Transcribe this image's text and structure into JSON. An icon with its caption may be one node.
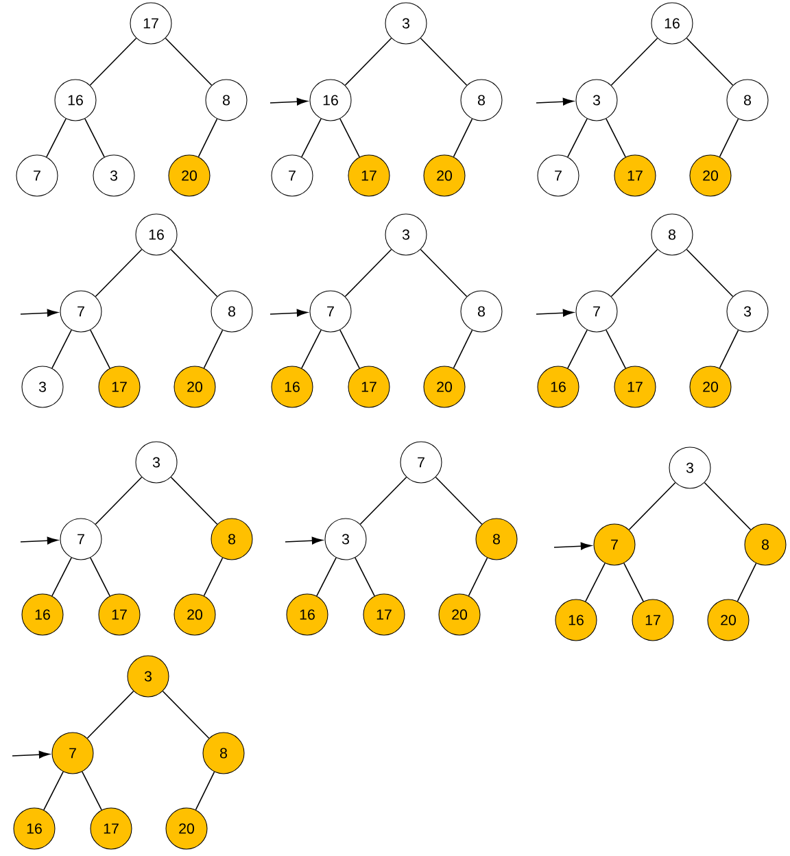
{
  "diagram": {
    "nodes": [
      {
        "text": [
          "17"
        ]
      },
      {
        "text": [
          "16"
        ]
      },
      {
        "text": [
          "8"
        ]
      },
      {
        "text": [
          "7"
        ]
      },
      {
        "text": [
          "3"
        ]
      },
      {
        "text": [
          "20"
        ]
      },
      {
        "text": [
          "3"
        ]
      },
      {
        "text": [
          "16"
        ]
      },
      {
        "text": [
          "8"
        ]
      },
      {
        "text": [
          "7"
        ]
      },
      {
        "text": [
          "17"
        ]
      },
      {
        "text": [
          "20"
        ]
      },
      {
        "text": [
          "16"
        ]
      },
      {
        "text": [
          "3"
        ]
      },
      {
        "text": [
          "8"
        ]
      },
      {
        "text": [
          "7"
        ]
      },
      {
        "text": [
          "17"
        ]
      },
      {
        "text": [
          "20"
        ]
      },
      {
        "text": [
          "16"
        ]
      },
      {
        "text": [
          "7"
        ]
      },
      {
        "text": [
          "8"
        ]
      },
      {
        "text": [
          "3"
        ]
      },
      {
        "text": [
          "17"
        ]
      },
      {
        "text": [
          "20"
        ]
      },
      {
        "text": [
          "3"
        ]
      },
      {
        "text": [
          "7"
        ]
      },
      {
        "text": [
          "8"
        ]
      },
      {
        "text": [
          "16"
        ]
      },
      {
        "text": [
          "17"
        ]
      },
      {
        "text": [
          "20"
        ]
      },
      {
        "text": [
          "8"
        ]
      },
      {
        "text": [
          "7"
        ]
      },
      {
        "text": [
          "3"
        ]
      },
      {
        "text": [
          "16"
        ]
      },
      {
        "text": [
          "17"
        ]
      },
      {
        "text": [
          "20"
        ]
      },
      {
        "text": [
          "3"
        ]
      },
      {
        "text": [
          "7"
        ]
      },
      {
        "text": [
          "8"
        ]
      },
      {
        "text": [
          "16"
        ]
      },
      {
        "text": [
          "17"
        ]
      },
      {
        "text": [
          "20"
        ]
      },
      {
        "text": [
          "7"
        ]
      },
      {
        "text": [
          "3"
        ]
      },
      {
        "text": [
          "8"
        ]
      },
      {
        "text": [
          "16"
        ]
      },
      {
        "text": [
          "17"
        ]
      },
      {
        "text": [
          "20"
        ]
      },
      {
        "text": [
          "3"
        ]
      },
      {
        "text": [
          "7"
        ]
      },
      {
        "text": [
          "8"
        ]
      },
      {
        "text": [
          "16"
        ]
      },
      {
        "text": [
          "17"
        ]
      },
      {
        "text": [
          "20"
        ]
      },
      {
        "text": [
          "3"
        ]
      },
      {
        "text": [
          "7"
        ]
      },
      {
        "text": [
          "8"
        ]
      },
      {
        "text": [
          "16"
        ]
      },
      {
        "text": [
          "17"
        ]
      },
      {
        "text": [
          "20"
        ]
      }
    ],
    "edges": [
      {
        "from": 0,
        "to": 1,
        "arrow": "none"
      },
      {
        "from": 0,
        "to": 2,
        "arrow": "none"
      },
      {
        "from": 1,
        "to": 3,
        "arrow": "none"
      },
      {
        "from": 1,
        "to": 4,
        "arrow": "none"
      },
      {
        "from": 2,
        "to": 5,
        "arrow": "none"
      },
      {
        "from": 6,
        "to": 7,
        "arrow": "none"
      },
      {
        "from": 6,
        "to": 8,
        "arrow": "none"
      },
      {
        "from": 7,
        "to": 9,
        "arrow": "none"
      },
      {
        "from": 7,
        "to": 10,
        "arrow": "none"
      },
      {
        "from": 8,
        "to": 11,
        "arrow": "none"
      },
      {
        "from": 12,
        "to": 13,
        "arrow": "none"
      },
      {
        "from": 12,
        "to": 14,
        "arrow": "none"
      },
      {
        "from": 13,
        "to": 15,
        "arrow": "none"
      },
      {
        "from": 13,
        "to": 16,
        "arrow": "none"
      },
      {
        "from": 14,
        "to": 17,
        "arrow": "none"
      },
      {
        "from": 18,
        "to": 19,
        "arrow": "none"
      },
      {
        "from": 18,
        "to": 20,
        "arrow": "none"
      },
      {
        "from": 19,
        "to": 21,
        "arrow": "none"
      },
      {
        "from": 19,
        "to": 22,
        "arrow": "none"
      },
      {
        "from": 20,
        "to": 23,
        "arrow": "none"
      },
      {
        "from": 24,
        "to": 25,
        "arrow": "none"
      },
      {
        "from": 24,
        "to": 26,
        "arrow": "none"
      },
      {
        "from": 25,
        "to": 27,
        "arrow": "none"
      },
      {
        "from": 25,
        "to": 28,
        "arrow": "none"
      },
      {
        "from": 26,
        "to": 29,
        "arrow": "none"
      },
      {
        "from": 30,
        "to": 31,
        "arrow": "none"
      },
      {
        "from": 30,
        "to": 32,
        "arrow": "none"
      },
      {
        "from": 31,
        "to": 33,
        "arrow": "none"
      },
      {
        "from": 31,
        "to": 34,
        "arrow": "none"
      },
      {
        "from": 32,
        "to": 35,
        "arrow": "none"
      },
      {
        "from": 36,
        "to": 37,
        "arrow": "none"
      },
      {
        "from": 36,
        "to": 38,
        "arrow": "none"
      },
      {
        "from": 37,
        "to": 39,
        "arrow": "none"
      },
      {
        "from": 37,
        "to": 40,
        "arrow": "none"
      },
      {
        "from": 38,
        "to": 41,
        "arrow": "none"
      },
      {
        "from": 42,
        "to": 43,
        "arrow": "none"
      },
      {
        "from": 42,
        "to": 44,
        "arrow": "none"
      },
      {
        "from": 43,
        "to": 45,
        "arrow": "none"
      },
      {
        "from": 43,
        "to": 46,
        "arrow": "none"
      },
      {
        "from": 44,
        "to": 47,
        "arrow": "none"
      },
      {
        "from": 48,
        "to": 49,
        "arrow": "none"
      },
      {
        "from": 48,
        "to": 50,
        "arrow": "none"
      },
      {
        "from": 49,
        "to": 51,
        "arrow": "none"
      },
      {
        "from": 49,
        "to": 52,
        "arrow": "none"
      },
      {
        "from": 50,
        "to": 53,
        "arrow": "none"
      },
      {
        "from": 54,
        "to": 55,
        "arrow": "none"
      },
      {
        "from": 54,
        "to": 56,
        "arrow": "none"
      },
      {
        "from": 55,
        "to": 57,
        "arrow": "none"
      },
      {
        "from": 55,
        "to": 58,
        "arrow": "none"
      },
      {
        "from": 56,
        "to": 59,
        "arrow": "none"
      },
      {
        "from": null,
        "to": 7,
        "arrow": "to"
      },
      {
        "from": null,
        "to": 13,
        "arrow": "to"
      },
      {
        "from": null,
        "to": 19,
        "arrow": "to"
      },
      {
        "from": null,
        "to": 25,
        "arrow": "to"
      },
      {
        "from": null,
        "to": 31,
        "arrow": "to"
      },
      {
        "from": null,
        "to": 37,
        "arrow": "to"
      },
      {
        "from": null,
        "to": 43,
        "arrow": "to"
      },
      {
        "from": null,
        "to": 49,
        "arrow": "to"
      },
      {
        "from": null,
        "to": 55,
        "arrow": "to"
      }
    ]
  }
}
